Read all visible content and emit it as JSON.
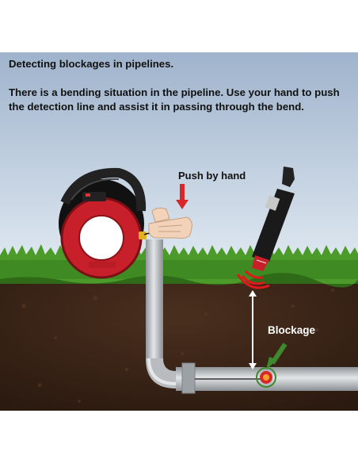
{
  "heading": "Detecting blockages in pipelines.",
  "description": "There is a bending situation in the pipeline. Use your hand to push the detection line and assist it in passing through the bend.",
  "labels": {
    "push": "Push by hand",
    "blockage": "Blockage"
  },
  "colors": {
    "sky_top": "#9fb3cc",
    "grass": "#4c9a2a",
    "soil": "#3a2417",
    "reel_red": "#c8202a",
    "pipe": "#b8bcc1",
    "arrow_red": "#d8262a",
    "arrow_green": "#3d8a2e"
  }
}
